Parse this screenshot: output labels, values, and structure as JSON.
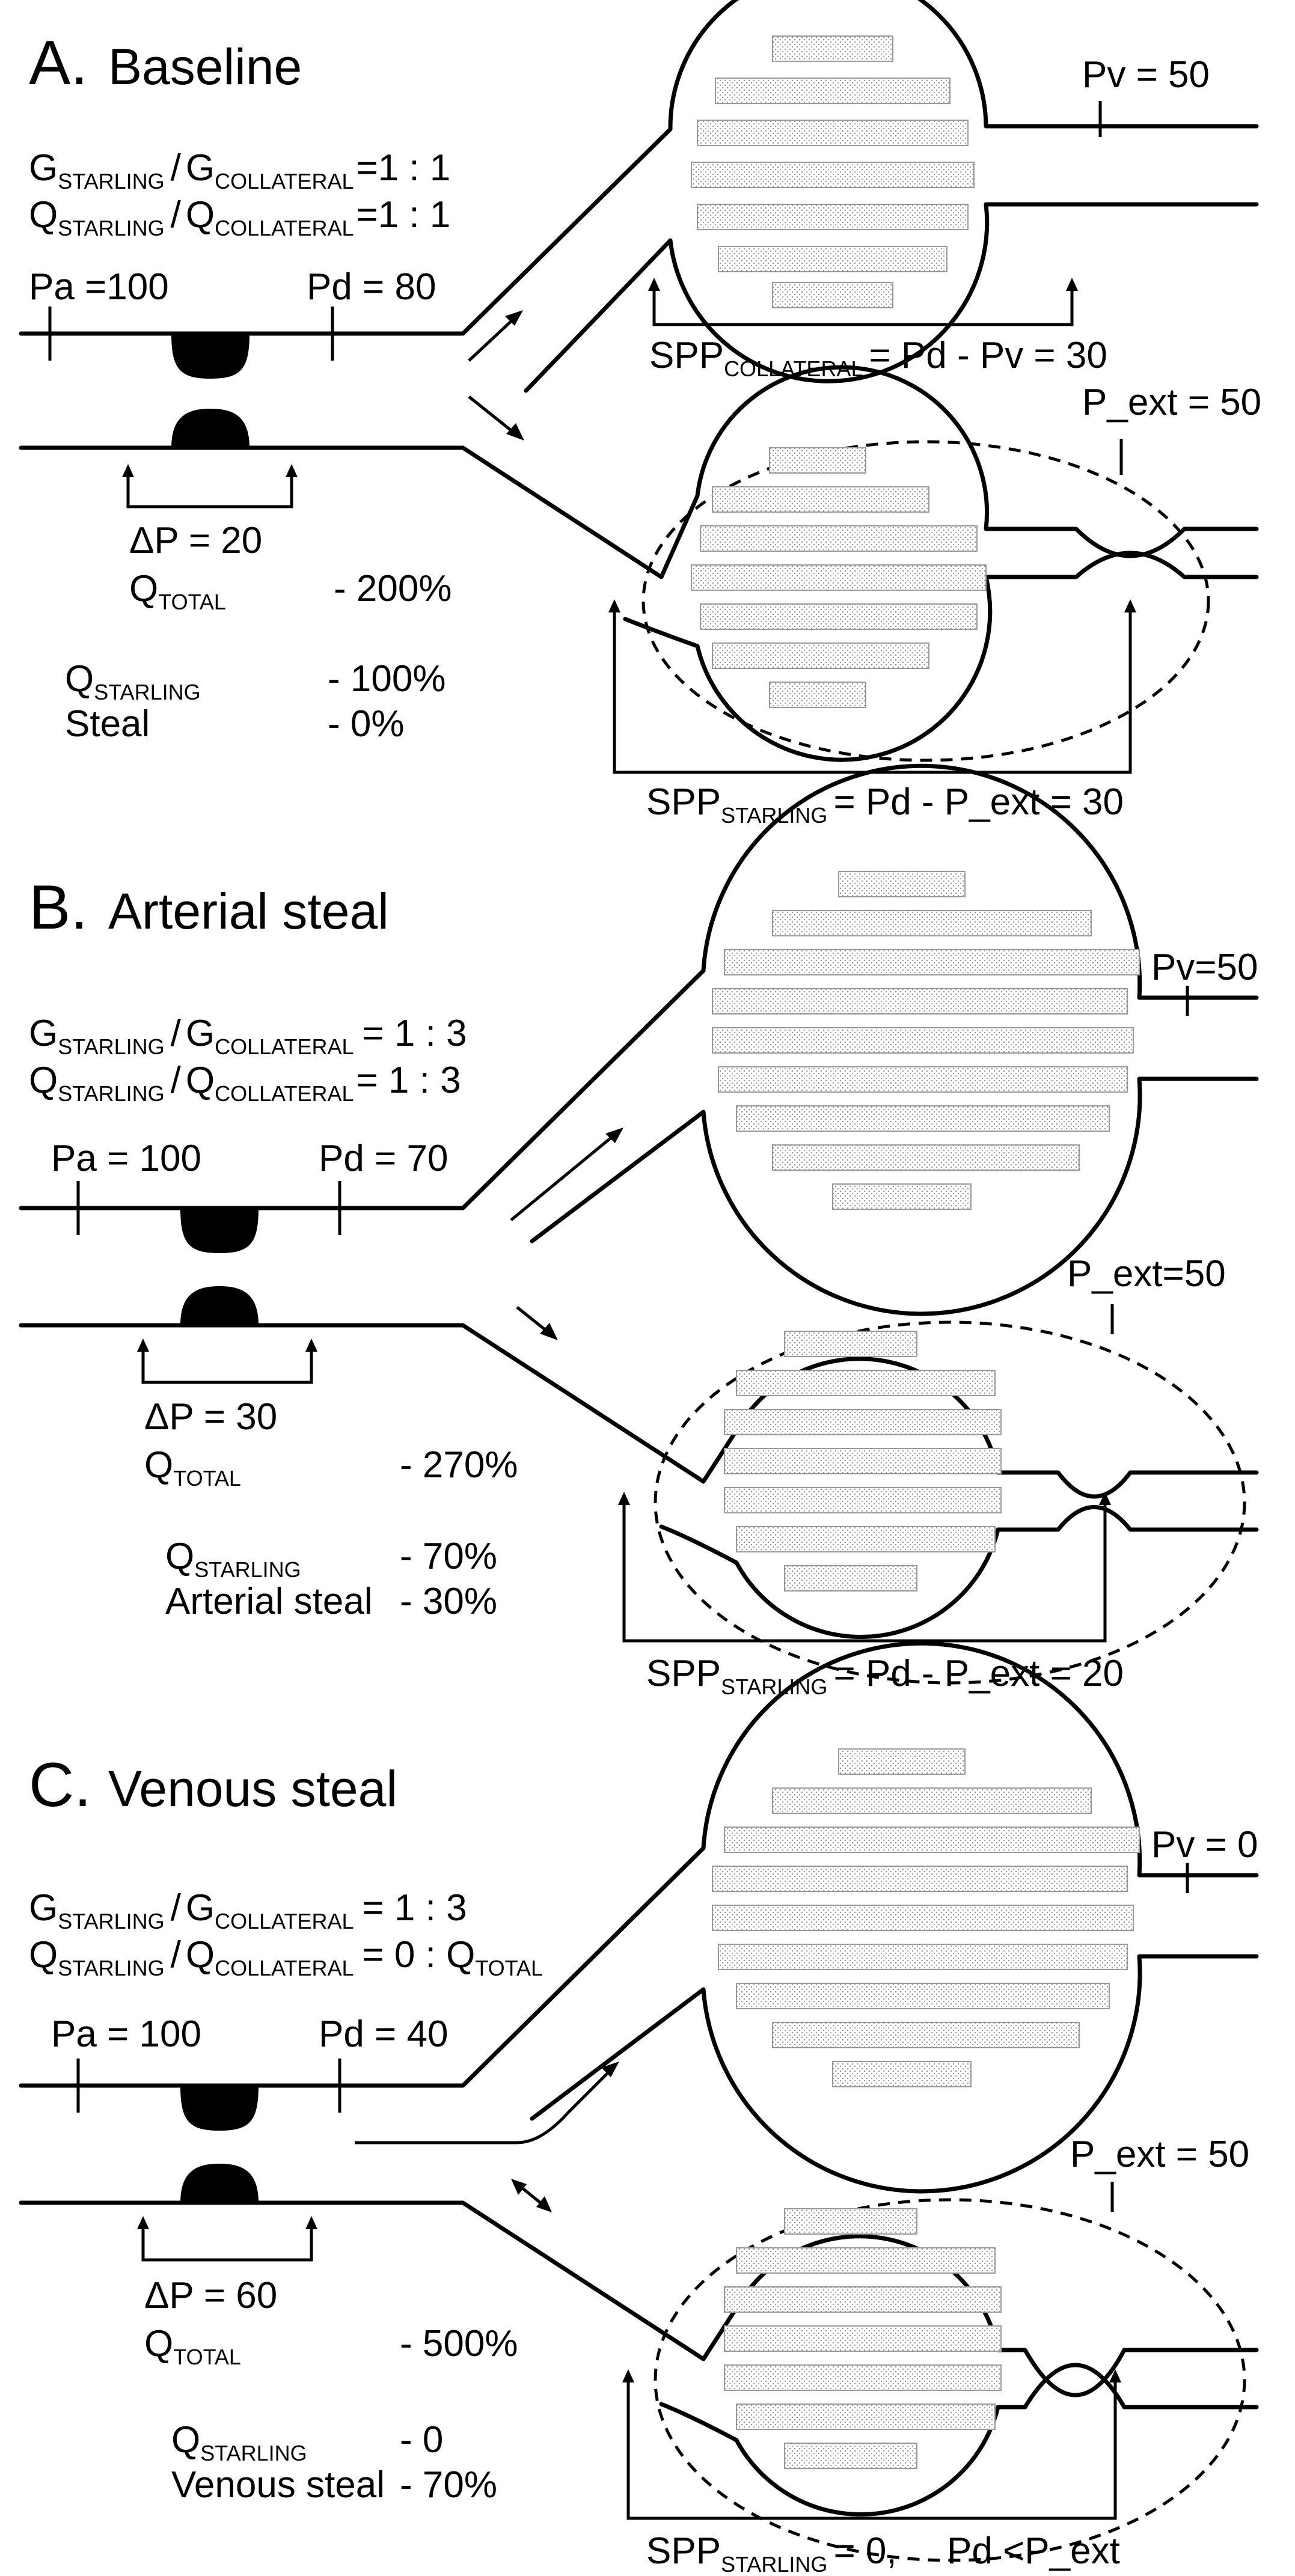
{
  "panels": [
    {
      "letter": "A.",
      "title": "Baseline",
      "ratio_g": "1 : 1",
      "ratio_q": "1 : 1",
      "pa": "Pa =100",
      "pd": "Pd = 80",
      "delta_p": "ΔP = 20",
      "q_total": "- 200%",
      "q_starling": "- 100%",
      "steal_label": "Steal",
      "steal_value": "-      0%",
      "pv": "Pv = 50",
      "p_ext": "P_ext = 50",
      "spp_collateral": "= Pd - Pv = 30",
      "spp_starling": "= Pd - P_ext = 30"
    },
    {
      "letter": "B.",
      "title": "Arterial steal",
      "ratio_g": "= 1 : 3",
      "ratio_q": "= 1 : 3",
      "pa": "Pa = 100",
      "pd": "Pd = 70",
      "delta_p": "ΔP = 30",
      "q_total": "-  270%",
      "q_starling": "-  70%",
      "steal_label": "Arterial steal",
      "steal_value": "-  30%",
      "pv": "Pv=50",
      "p_ext": "P_ext=50",
      "spp_starling": "= Pd - P_ext = 20"
    },
    {
      "letter": "C.",
      "title": "Venous steal",
      "ratio_g": "= 1 : 3",
      "ratio_q": "= 0 : Q",
      "ratio_q_sub": "TOTAL",
      "pa": "Pa = 100",
      "pd": "Pd = 40",
      "delta_p": "ΔP = 60",
      "q_total": "-  500%",
      "q_starling": "-     0",
      "steal_label": "Venous steal",
      "steal_value": "-  70%",
      "pv": "Pv = 0",
      "p_ext": "P_ext = 50",
      "spp_starling": "= 0,",
      "spp_note": "Pd <P_ext"
    }
  ],
  "terms": {
    "g": "G",
    "q": "Q",
    "starling": "STARLING",
    "collateral": "COLLATERAL",
    "total": "TOTAL",
    "spp": "SPP",
    "slash": "/"
  }
}
